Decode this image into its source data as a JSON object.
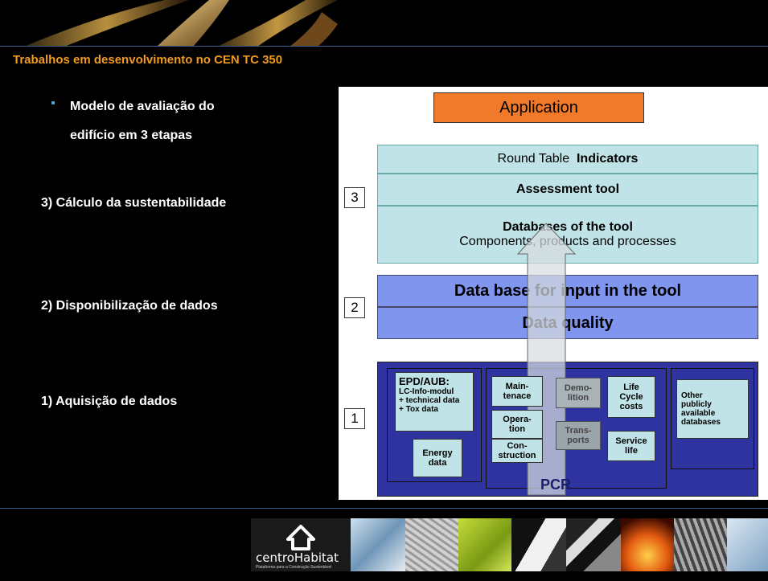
{
  "slide": {
    "title": "Trabalhos em desenvolvimento no CEN TC 350",
    "bullet_line1": "Modelo de avaliação do",
    "bullet_line2": "edifício em 3 etapas",
    "step3": "3) Cálculo da sustentabilidade",
    "step2": "2) Disponibilização de dados",
    "step1": "1) Aquisição de dados"
  },
  "diagram": {
    "application": "Application",
    "round_table_a": "Round Table",
    "round_table_b": "Indicators",
    "assessment": "Assessment tool",
    "databases_title": "Databases of the tool",
    "databases_sub": "Components, products and processes",
    "data_base_input": "Data base for input in the tool",
    "data_quality": "Data quality",
    "num3": "3",
    "num2": "2",
    "num1": "1",
    "epd_title": "EPD/AUB:",
    "epd_l1": "LC-Info-modul",
    "epd_l2": "+ technical data",
    "epd_l3": "+ Tox data",
    "energy_l1": "Energy",
    "energy_l2": "data",
    "maint_l1": "Main-",
    "maint_l2": "tenace",
    "oper_l1": "Opera-",
    "oper_l2": "tion",
    "constr_l1": "Con-",
    "constr_l2": "struction",
    "demo_l1": "Demo-",
    "demo_l2": "lition",
    "trans_l1": "Trans-",
    "trans_l2": "ports",
    "lcc_l1": "Life",
    "lcc_l2": "Cycle",
    "lcc_l3": "costs",
    "service_l1": "Service",
    "service_l2": "life",
    "other_l1": "Other",
    "other_l2": "publicly",
    "other_l3": "available",
    "other_l4": "databases",
    "pcr": "PCR"
  },
  "footer": {
    "logo_name": "centroHabitat",
    "logo_tagline": "Plataforma para a Construção Sustentável"
  },
  "colors": {
    "title_orange": "#f29a1b",
    "application_fill": "#f07a2a",
    "teal_fill": "#bfe3e6",
    "blue_fill": "#7f95ee",
    "navy_fill": "#2e33a0",
    "arrow_fill": "#d7dcdf",
    "bullet_blue": "#4fa4d8"
  }
}
